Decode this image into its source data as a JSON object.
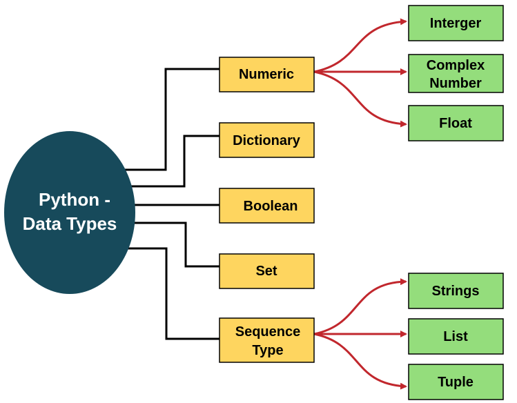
{
  "root": {
    "label_line1": "Python -",
    "label_line2": "Data Types"
  },
  "categories": {
    "numeric": "Numeric",
    "dictionary": "Dictionary",
    "boolean": "Boolean",
    "set": "Set",
    "sequence_line1": "Sequence",
    "sequence_line2": "Type"
  },
  "numeric_subtypes": {
    "interger": "Interger",
    "complex_line1": "Complex",
    "complex_line2": "Number",
    "float": "Float"
  },
  "sequence_subtypes": {
    "strings": "Strings",
    "list": "List",
    "tuple": "Tuple"
  },
  "colors": {
    "root_fill": "#174a5b",
    "category_fill": "#fed55f",
    "subtype_fill": "#94dd7c",
    "connector_black": "#000000",
    "arrow_red": "#c1272d"
  }
}
